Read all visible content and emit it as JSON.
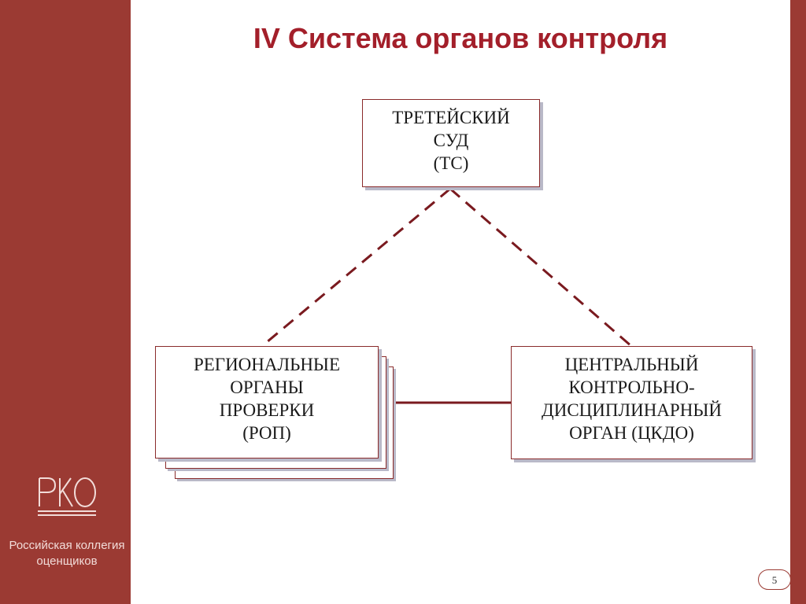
{
  "slide": {
    "title": "IV Система органов контроля",
    "page_number": "5"
  },
  "branding": {
    "logo_text": "РКО",
    "org_name_line1": "Российская коллегия",
    "org_name_line2": "оценщиков",
    "brand_color": "#9b3a33"
  },
  "diagram": {
    "tribunal": {
      "line1": "ТРЕТЕЙСКИЙ",
      "line2": "СУД",
      "line3": "(ТС)"
    },
    "regional": {
      "line1": "РЕГИОНАЛЬНЫЕ",
      "line2": "ОРГАНЫ",
      "line3": "ПРОВЕРКИ",
      "line4": "(РОП)"
    },
    "central": {
      "line1": "ЦЕНТРАЛЬНЫЙ",
      "line2": "КОНТРОЛЬНО-",
      "line3": "ДИСЦИПЛИНАРНЫЙ",
      "line4": "ОРГАН (ЦКДО)"
    },
    "connector_color": "#7a1a1f"
  }
}
